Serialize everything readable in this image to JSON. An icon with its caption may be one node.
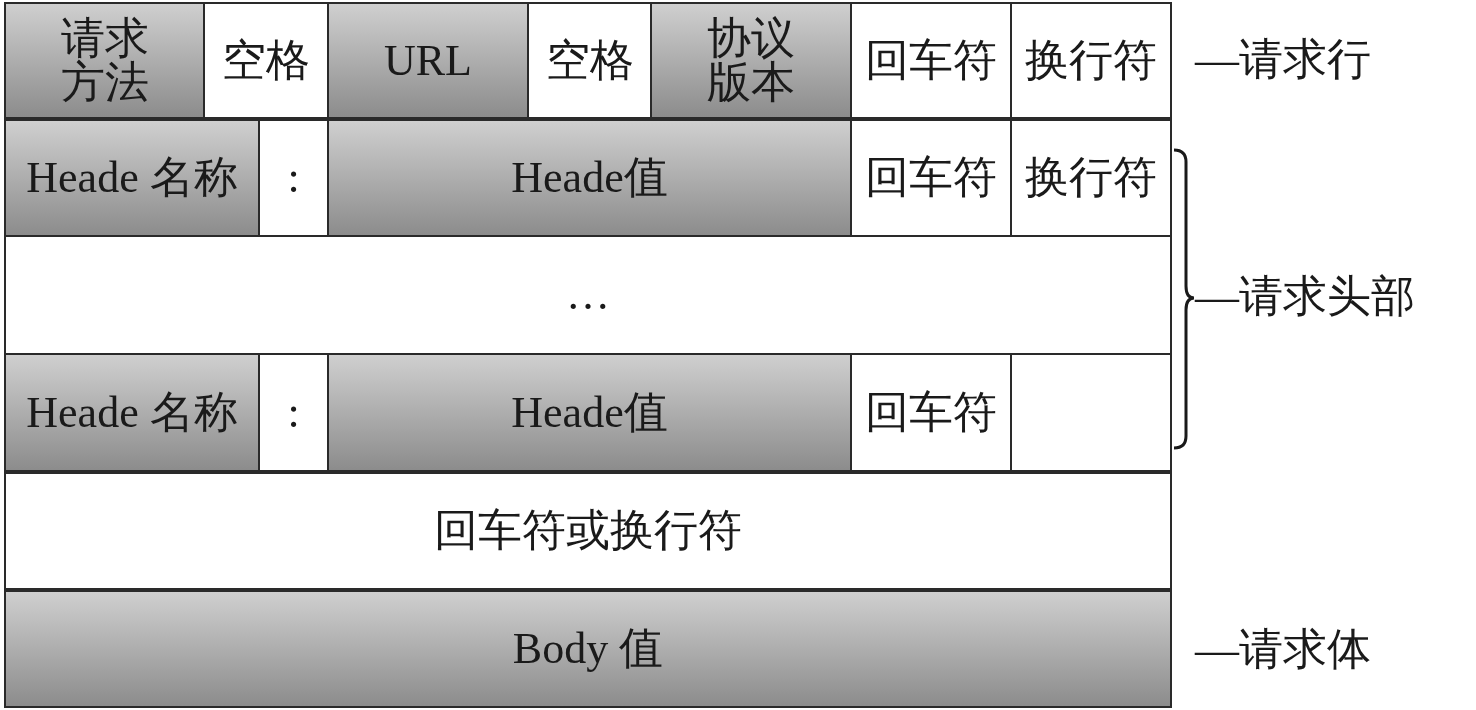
{
  "diagram": {
    "nodes": [
      {
        "text": [
          "请求方法"
        ]
      },
      {
        "text": [
          "空格"
        ]
      },
      {
        "text": [
          "URL"
        ]
      },
      {
        "text": [
          "空格"
        ]
      },
      {
        "text": [
          "协议版本"
        ]
      },
      {
        "text": [
          "回车符"
        ]
      },
      {
        "text": [
          "换行符"
        ]
      },
      {
        "text": [
          "Heade 名称"
        ]
      },
      {
        "text": [
          ":"
        ]
      },
      {
        "text": [
          "Heade值"
        ]
      },
      {
        "text": [
          "回车符"
        ]
      },
      {
        "text": [
          "换行符"
        ]
      },
      {
        "text": [
          "…"
        ]
      },
      {
        "text": [
          "Heade 名称"
        ]
      },
      {
        "text": [
          ":"
        ]
      },
      {
        "text": [
          "Heade值"
        ]
      },
      {
        "text": [
          "回车符"
        ]
      },
      {
        "text": [],
        "shape": "box"
      },
      {
        "text": [
          "回车符或换行符"
        ]
      },
      {
        "text": [
          "Body 值"
        ]
      }
    ],
    "edges": [],
    "labels": [
      "—请求行",
      "—请求头部",
      "—请求体"
    ]
  }
}
